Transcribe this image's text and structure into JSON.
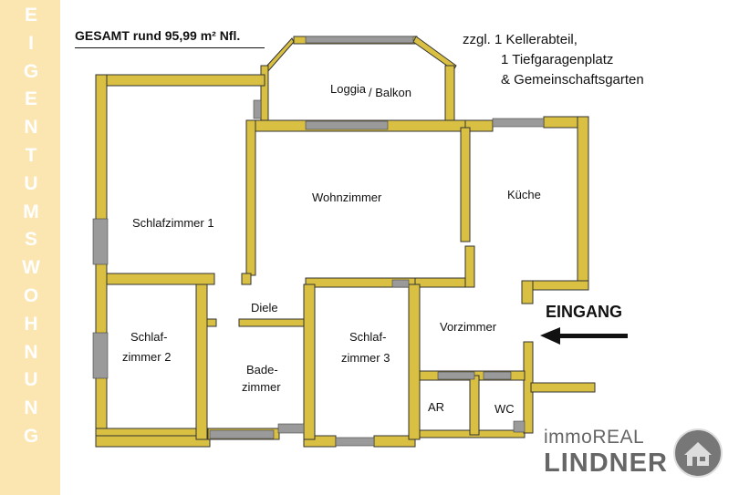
{
  "side_text": {
    "letters": [
      "E",
      "I",
      "G",
      "E",
      "N",
      "T",
      "U",
      "M",
      "S",
      "W",
      "O",
      "H",
      "N",
      "U",
      "N",
      "G"
    ]
  },
  "header": {
    "total_area": "GESAMT rund 95,99 m² Nfl.",
    "extras": [
      "zzgl. 1 Kellerabteil,",
      "1 Tiefgaragenplatz",
      "& Gemeinschaftsgarten"
    ]
  },
  "rooms": {
    "loggia_a": "Loggia",
    "loggia_b": "/ Balkon",
    "wohnzimmer": "Wohnzimmer",
    "kueche": "Küche",
    "schlafzimmer1": "Schlafzimmer 1",
    "diele": "Diele",
    "schlafzimmer2_a": "Schlaf-",
    "schlafzimmer2_b": "zimmer 2",
    "badezimmer_a": "Bade-",
    "badezimmer_b": "zimmer",
    "schlafzimmer3_a": "Schlaf-",
    "schlafzimmer3_b": "zimmer 3",
    "vorzimmer": "Vorzimmer",
    "ar": "AR",
    "wc": "WC"
  },
  "entrance_label": "EINGANG",
  "logo": {
    "line1": "immoREAL",
    "line2": "LINDNER"
  },
  "colors": {
    "wall": "#d9c043",
    "wall_outline": "#333333",
    "window": "#9a9a9a",
    "side_band": "#fbe6b2",
    "side_letters": "#ffffff",
    "logo_text": "#666666"
  }
}
